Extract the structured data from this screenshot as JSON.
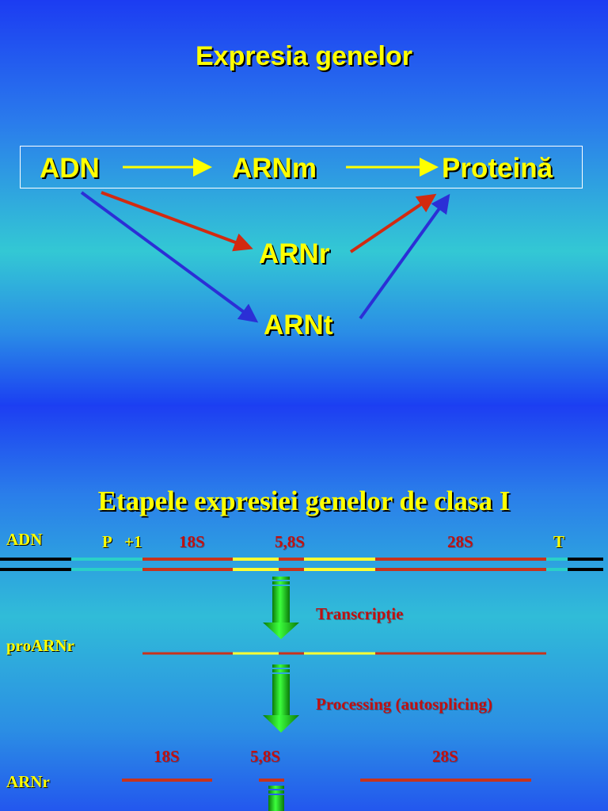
{
  "slide1": {
    "title": "Expresia genelor",
    "nodes": {
      "adn": "ADN",
      "arnm": "ARNm",
      "proteina": "Proteină",
      "arnr": "ARNr",
      "arnt": "ARNt"
    }
  },
  "slide2": {
    "title": "Etapele expresiei genelor de clasa I",
    "row_labels": {
      "adn": "ADN",
      "proarnr": "proARNr",
      "arnr": "ARNr"
    },
    "dna_labels": {
      "p": "P",
      "plus1": "+1",
      "s18": "18S",
      "s58": "5,8S",
      "s28": "28S",
      "t": "T"
    },
    "steps": {
      "transcription": "Transcripţie",
      "processing": "Processing (autosplicing)"
    },
    "arnr_labels": {
      "s18": "18S",
      "s58": "5,8S",
      "s28": "28S"
    },
    "colors": {
      "rrna": "#c8331c",
      "spacer": "#ffff33",
      "promoter": "#2ad0c8",
      "dna": "#000000",
      "arrow": "#14b814"
    }
  }
}
